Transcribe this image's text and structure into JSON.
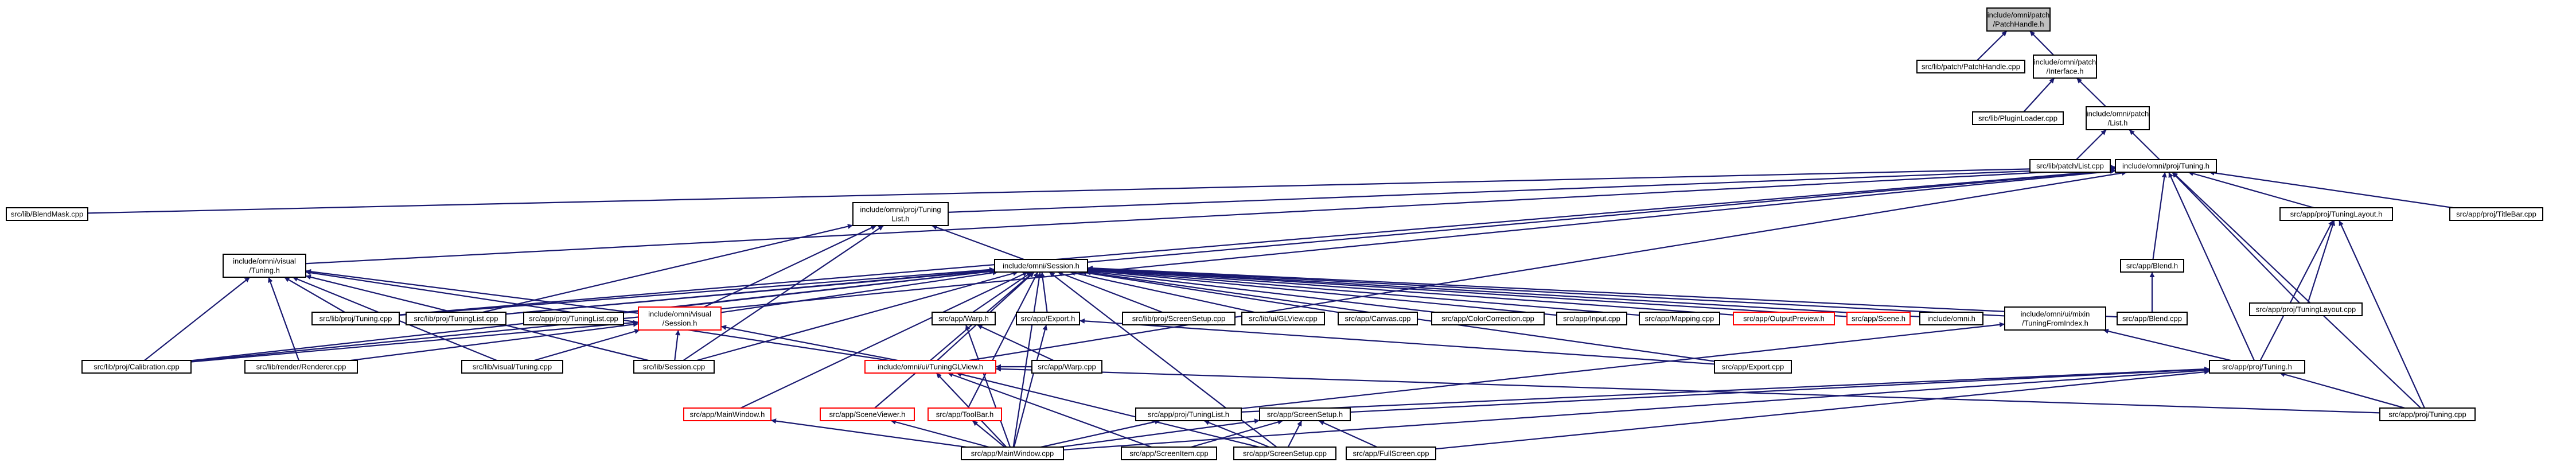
{
  "colors": {
    "edge": "#191970",
    "node_border": "#000000",
    "node_border_undocumented": "#ff0000",
    "node_fill": "#ffffff",
    "focus_fill": "#bfbfbf",
    "text": "#000000"
  },
  "nodes": [
    {
      "id": "patchhandle_h",
      "lines": [
        "include/omni/patch",
        "/PatchHandle.h"
      ],
      "focus": true
    },
    {
      "id": "patchhandle_cpp",
      "lines": [
        "src/lib/patch/PatchHandle.cpp"
      ]
    },
    {
      "id": "patch_interface_h",
      "lines": [
        "include/omni/patch",
        "/Interface.h"
      ]
    },
    {
      "id": "pluginloader_cpp",
      "lines": [
        "src/lib/PluginLoader.cpp"
      ]
    },
    {
      "id": "patch_list_h",
      "lines": [
        "include/omni/patch",
        "/List.h"
      ]
    },
    {
      "id": "patch_list_cpp",
      "lines": [
        "src/lib/patch/List.cpp"
      ]
    },
    {
      "id": "proj_tuning_h",
      "lines": [
        "include/omni/proj/Tuning.h"
      ]
    },
    {
      "id": "blendmask_cpp",
      "lines": [
        "src/lib/BlendMask.cpp"
      ]
    },
    {
      "id": "proj_tuninglist_h",
      "lines": [
        "include/omni/proj/Tuning",
        "List.h"
      ]
    },
    {
      "id": "app_proj_tuninglayout_h",
      "lines": [
        "src/app/proj/TuningLayout.h"
      ]
    },
    {
      "id": "app_titlebar_cpp",
      "lines": [
        "src/app/proj/TitleBar.cpp"
      ]
    },
    {
      "id": "visual_tuning_h",
      "lines": [
        "include/omni/visual",
        "/Tuning.h"
      ]
    },
    {
      "id": "session_h",
      "lines": [
        "include/omni/Session.h"
      ]
    },
    {
      "id": "app_blend_h",
      "lines": [
        "src/app/Blend.h"
      ]
    },
    {
      "id": "app_proj_tuninglayout_cpp",
      "lines": [
        "src/app/proj/TuningLayout.cpp"
      ]
    },
    {
      "id": "lib_proj_tuning_cpp",
      "lines": [
        "src/lib/proj/Tuning.cpp"
      ]
    },
    {
      "id": "lib_proj_tuninglist_cpp",
      "lines": [
        "src/lib/proj/TuningList.cpp"
      ]
    },
    {
      "id": "app_proj_tuninglist_cpp",
      "lines": [
        "src/app/proj/TuningList.cpp"
      ]
    },
    {
      "id": "visual_session_h",
      "lines": [
        "include/omni/visual",
        "/Session.h"
      ],
      "undocumented": true
    },
    {
      "id": "app_warp_h",
      "lines": [
        "src/app/Warp.h"
      ]
    },
    {
      "id": "app_export_h",
      "lines": [
        "src/app/Export.h"
      ]
    },
    {
      "id": "lib_proj_screensetup_cpp",
      "lines": [
        "src/lib/proj/ScreenSetup.cpp"
      ]
    },
    {
      "id": "lib_ui_glview_cpp",
      "lines": [
        "src/lib/ui/GLView.cpp"
      ]
    },
    {
      "id": "app_canvas_cpp",
      "lines": [
        "src/app/Canvas.cpp"
      ]
    },
    {
      "id": "app_colorcorrection_cpp",
      "lines": [
        "src/app/ColorCorrection.cpp"
      ]
    },
    {
      "id": "app_input_cpp",
      "lines": [
        "src/app/Input.cpp"
      ]
    },
    {
      "id": "app_mapping_cpp",
      "lines": [
        "src/app/Mapping.cpp"
      ]
    },
    {
      "id": "app_outputpreview_h",
      "lines": [
        "src/app/OutputPreview.h"
      ],
      "undocumented": true
    },
    {
      "id": "app_scene_h",
      "lines": [
        "src/app/Scene.h"
      ],
      "undocumented": true
    },
    {
      "id": "omni_h",
      "lines": [
        "include/omni.h"
      ]
    },
    {
      "id": "ui_mixin_tuningfromindex_h",
      "lines": [
        "include/omni/ui/mixin",
        "/TuningFromIndex.h"
      ]
    },
    {
      "id": "app_blend_cpp",
      "lines": [
        "src/app/Blend.cpp"
      ]
    },
    {
      "id": "lib_proj_calibration_cpp",
      "lines": [
        "src/lib/proj/Calibration.cpp"
      ]
    },
    {
      "id": "lib_render_renderer_cpp",
      "lines": [
        "src/lib/render/Renderer.cpp"
      ]
    },
    {
      "id": "lib_visual_tuning_cpp",
      "lines": [
        "src/lib/visual/Tuning.cpp"
      ]
    },
    {
      "id": "lib_session_cpp",
      "lines": [
        "src/lib/Session.cpp"
      ]
    },
    {
      "id": "ui_tuningglview_h",
      "lines": [
        "include/omni/ui/TuningGLView.h"
      ],
      "undocumented": true
    },
    {
      "id": "app_warp_cpp",
      "lines": [
        "src/app/Warp.cpp"
      ]
    },
    {
      "id": "app_export_cpp",
      "lines": [
        "src/app/Export.cpp"
      ]
    },
    {
      "id": "app_proj_tuning_h",
      "lines": [
        "src/app/proj/Tuning.h"
      ]
    },
    {
      "id": "app_mainwindow_h",
      "lines": [
        "src/app/MainWindow.h"
      ],
      "undocumented": true
    },
    {
      "id": "app_sceneviewer_h",
      "lines": [
        "src/app/SceneViewer.h"
      ],
      "undocumented": true
    },
    {
      "id": "app_toolbar_h",
      "lines": [
        "src/app/ToolBar.h"
      ],
      "undocumented": true
    },
    {
      "id": "app_proj_tuninglist_h",
      "lines": [
        "src/app/proj/TuningList.h"
      ]
    },
    {
      "id": "app_screensetup_h",
      "lines": [
        "src/app/ScreenSetup.h"
      ]
    },
    {
      "id": "app_proj_tuning_cpp",
      "lines": [
        "src/app/proj/Tuning.cpp"
      ]
    },
    {
      "id": "app_mainwindow_cpp",
      "lines": [
        "src/app/MainWindow.cpp"
      ]
    },
    {
      "id": "app_screenitem_cpp",
      "lines": [
        "src/app/ScreenItem.cpp"
      ]
    },
    {
      "id": "app_screensetup_cpp",
      "lines": [
        "src/app/ScreenSetup.cpp"
      ]
    },
    {
      "id": "app_fullscreen_cpp",
      "lines": [
        "src/app/FullScreen.cpp"
      ]
    }
  ]
}
